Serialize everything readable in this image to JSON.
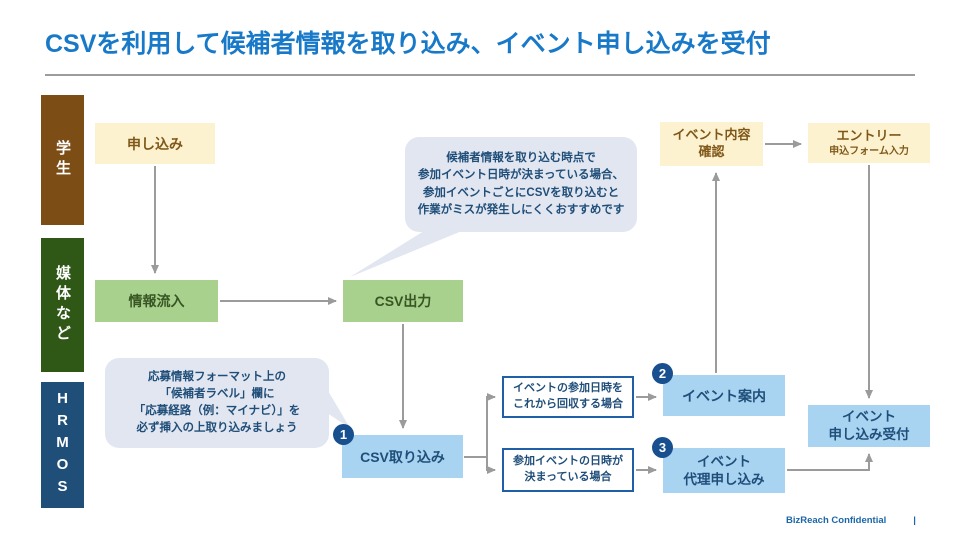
{
  "title": "CSVを利用して候補者情報を取り込み、イベント申し込みを受付",
  "lanes": [
    {
      "label": "学生"
    },
    {
      "label": "媒体など"
    },
    {
      "label": "HRMOS"
    }
  ],
  "nodes": {
    "moushikomi": "申し込み",
    "joho_ryunyu": "情報流入",
    "csv_output": "CSV出力",
    "csv_import": "CSV取り込み",
    "event_annai": "イベント案内",
    "event_dairi_line1": "イベント",
    "event_dairi_line2": "代理申し込み",
    "event_uketsuke_line1": "イベント",
    "event_uketsuke_line2": "申し込み受付",
    "event_naiyo_line1": "イベント内容",
    "event_naiyo_line2": "確認",
    "entry_line1": "エントリー",
    "entry_line2": "申込フォーム入力"
  },
  "conditions": {
    "collect_later_line1": "イベントの参加日時を",
    "collect_later_line2": "これから回収する場合",
    "decided_line1": "参加イベントの日時が",
    "decided_line2": "決まっている場合"
  },
  "callouts": {
    "csv_tip": [
      "候補者情報を取り込む時点で",
      "参加イベント日時が決まっている場合、",
      "参加イベントごとにCSVを取り込むと",
      "作業がミスが発生しにくくおすすめです"
    ],
    "import_tip": [
      "応募情報フォーマット上の",
      "「候補者ラベル」欄に",
      "「応募経路（例：マイナビ）」を",
      "必ず挿入の上取り込みましょう"
    ]
  },
  "badges": {
    "one": "1",
    "two": "2",
    "three": "3"
  },
  "footer": {
    "confidential": "BizReach Confidential",
    "page_separator": "|"
  },
  "colors": {
    "title_blue": "#1879C8",
    "lane_brown": "#7C4D15",
    "lane_green": "#2F5716",
    "lane_navy": "#1F4E79",
    "cream_fill": "#FDF2D0",
    "cream_text": "#7F5718",
    "green_fill": "#A9D18E",
    "green_text": "#375623",
    "blue_fill": "#A8D4F2",
    "navy_text": "#1F4E79",
    "callout_fill": "#E2E6F0",
    "cond_border": "#1F5FA8",
    "badge_fill": "#174F8F",
    "arrow_gray": "#9B9B9B",
    "footer_blue": "#1B66A8"
  }
}
